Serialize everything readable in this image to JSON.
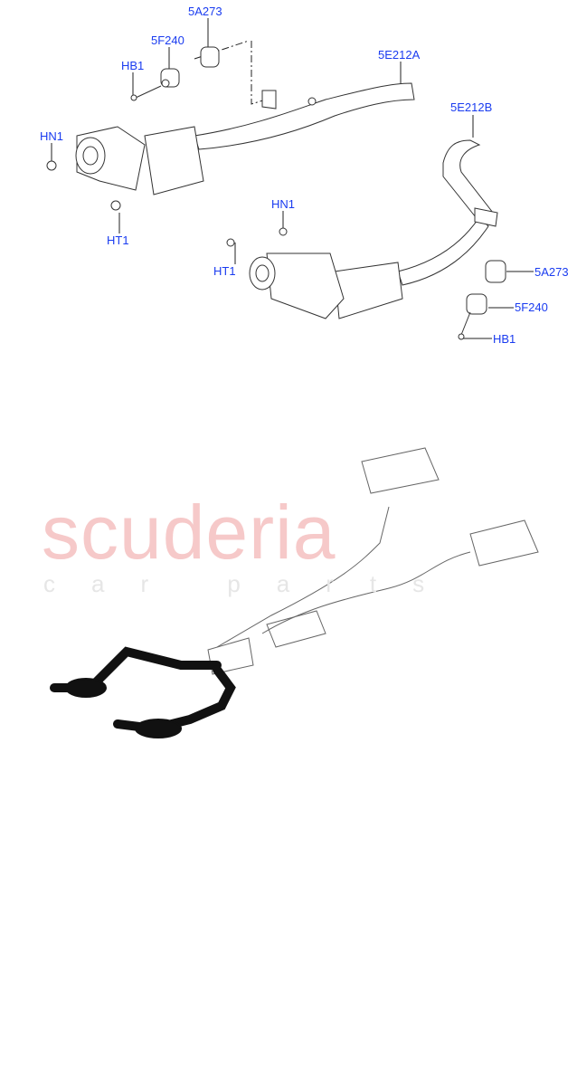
{
  "callouts": {
    "top_left_5a273": "5A273",
    "top_left_5f240": "5F240",
    "top_left_hb1": "HB1",
    "pipe_a": "5E212A",
    "left_hn1": "HN1",
    "left_ht1": "HT1",
    "pipe_b": "5E212B",
    "right_hn1": "HN1",
    "right_ht1": "HT1",
    "right_5a273": "5A273",
    "right_5f240": "5F240",
    "right_hb1": "HB1"
  },
  "watermark": {
    "main": "scuderia",
    "sub": "car parts"
  },
  "colors": {
    "callout": "#1a3cf0",
    "watermark": "#f6c9c9",
    "highlight_part": "#111111"
  }
}
